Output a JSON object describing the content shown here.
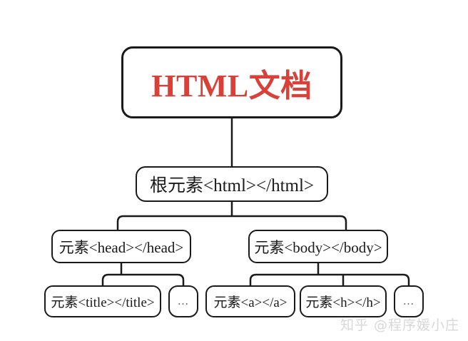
{
  "diagram": {
    "type": "tree",
    "title_node": {
      "id": "html-document",
      "label": "HTML文档",
      "color": "#d84038"
    },
    "nodes": [
      {
        "id": "root-html",
        "label": "根元素<html></html>"
      },
      {
        "id": "head",
        "label": "元素<head></head>"
      },
      {
        "id": "body",
        "label": "元素<body></body>"
      },
      {
        "id": "title",
        "label": "元素<title></title>"
      },
      {
        "id": "head-more",
        "label": "..."
      },
      {
        "id": "anchor",
        "label": "元素<a></a>"
      },
      {
        "id": "heading",
        "label": "元素<h></h>"
      },
      {
        "id": "body-more",
        "label": "..."
      }
    ],
    "edges": [
      {
        "from": "html-document",
        "to": "root-html"
      },
      {
        "from": "root-html",
        "to": "head"
      },
      {
        "from": "root-html",
        "to": "body"
      },
      {
        "from": "head",
        "to": "title"
      },
      {
        "from": "head",
        "to": "head-more"
      },
      {
        "from": "body",
        "to": "anchor"
      },
      {
        "from": "body",
        "to": "heading"
      },
      {
        "from": "body",
        "to": "body-more"
      }
    ],
    "line_color": "#1a1a1a",
    "box_fill": "#ffffff"
  },
  "watermark": {
    "text": "知乎 @程序媛小庄"
  }
}
